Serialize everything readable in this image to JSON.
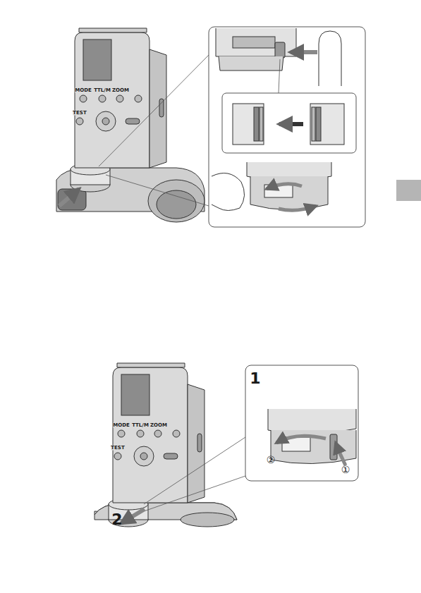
{
  "diagram": {
    "labels": [
      "MODE",
      "TTL/M",
      "ZOOM",
      "TEST",
      "MODE",
      "TTL/M",
      "ZOOM",
      "TEST",
      "1",
      "②",
      "①",
      "2"
    ]
  }
}
